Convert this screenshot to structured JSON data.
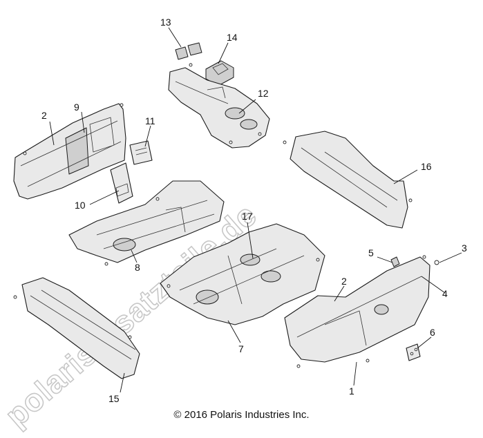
{
  "watermark": "polarisersatzteile.de",
  "copyright": "© 2016 Polaris Industries Inc.",
  "callouts": {
    "c1": "1",
    "c2a": "2",
    "c2b": "2",
    "c3": "3",
    "c4": "4",
    "c5": "5",
    "c6": "6",
    "c7": "7",
    "c8": "8",
    "c9": "9",
    "c10": "10",
    "c11": "11",
    "c12": "12",
    "c13": "13",
    "c14": "14",
    "c15": "15",
    "c16": "16",
    "c17": "17"
  }
}
